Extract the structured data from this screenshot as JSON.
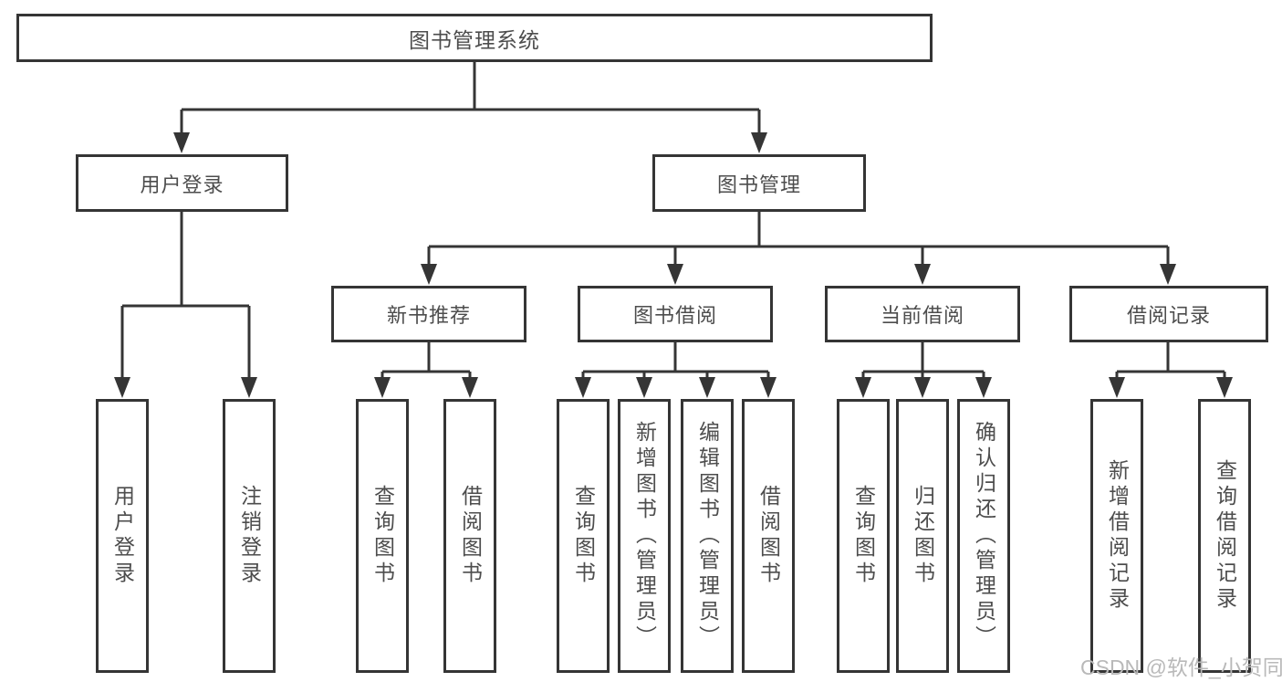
{
  "diagram": {
    "root": "图书管理系统",
    "user_branch": {
      "label": "用户登录",
      "children": [
        "用户登录",
        "注销登录"
      ]
    },
    "book_branch": {
      "label": "图书管理",
      "groups": [
        {
          "label": "新书推荐",
          "children": [
            "查询图书",
            "借阅图书"
          ]
        },
        {
          "label": "图书借阅",
          "children": [
            "查询图书",
            "新增图书（管理员）",
            "编辑图书（管理员）",
            "借阅图书"
          ]
        },
        {
          "label": "当前借阅",
          "children": [
            "查询图书",
            "归还图书",
            "确认归还（管理员）"
          ]
        },
        {
          "label": "借阅记录",
          "children": [
            "新增借阅记录",
            "查询借阅记录"
          ]
        }
      ]
    }
  },
  "watermark": "CSDN @软件_小贺同学",
  "colors": {
    "line": "#353535",
    "text": "#4d4d4d",
    "watermark": "#b9b9b9",
    "background": "#ffffff"
  }
}
